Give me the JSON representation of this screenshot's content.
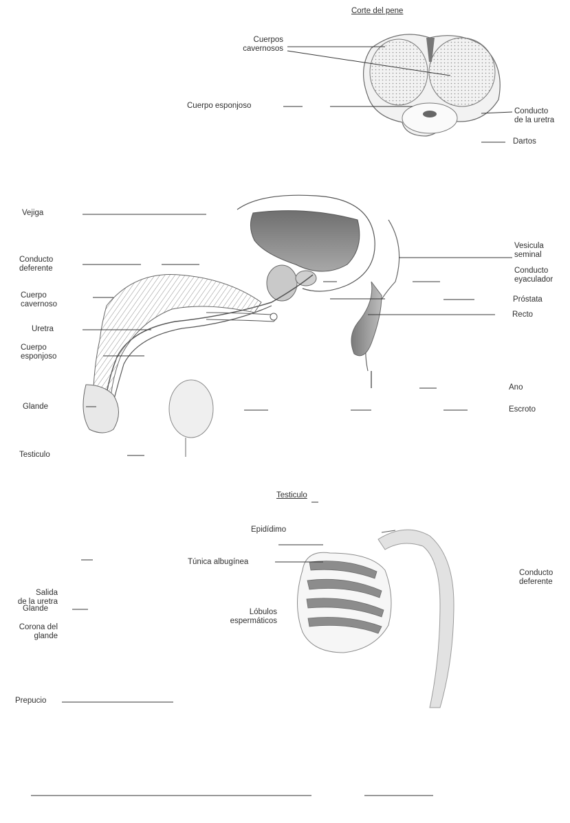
{
  "section_cross": {
    "title": "Corte del pene",
    "labels": {
      "cuerpos_cavernosos": "Cuerpos\ncavernosos",
      "cuerpo_esponjoso": "Cuerpo esponjoso",
      "conducto_uretra": "Conducto\nde la uretra",
      "dartos": "Dartos"
    }
  },
  "section_sagittal": {
    "labels": {
      "vejiga": "Vejiga",
      "conducto_deferente": "Conducto\ndeferente",
      "cuerpo_cavernoso": "Cuerpo\ncavernoso",
      "uretra": "Uretra",
      "cuerpo_esponjoso": "Cuerpo\nesponjoso",
      "glande": "Glande",
      "testiculo": "Testiculo",
      "vesicula_seminal": "Vesicula\nseminal",
      "conducto_eyaculador": "Conducto\neyaculador",
      "prostata": "Próstata",
      "recto": "Recto",
      "ano": "Ano",
      "escroto": "Escroto"
    }
  },
  "section_testis": {
    "title": "Testiculo",
    "labels": {
      "epididimo": "Epidídimo",
      "tunica_albuginea": "Túnica albugínea",
      "conducto_deferente": "Conducto\ndeferente",
      "lobulos_espermaticos": "Lóbulos\nespermáticos"
    }
  },
  "section_glans": {
    "labels": {
      "salida_uretra": "Salida\nde la uretra",
      "glande": "Glande",
      "corona_glande": "Corona del\nglande",
      "prepucio": "Prepucio"
    }
  }
}
